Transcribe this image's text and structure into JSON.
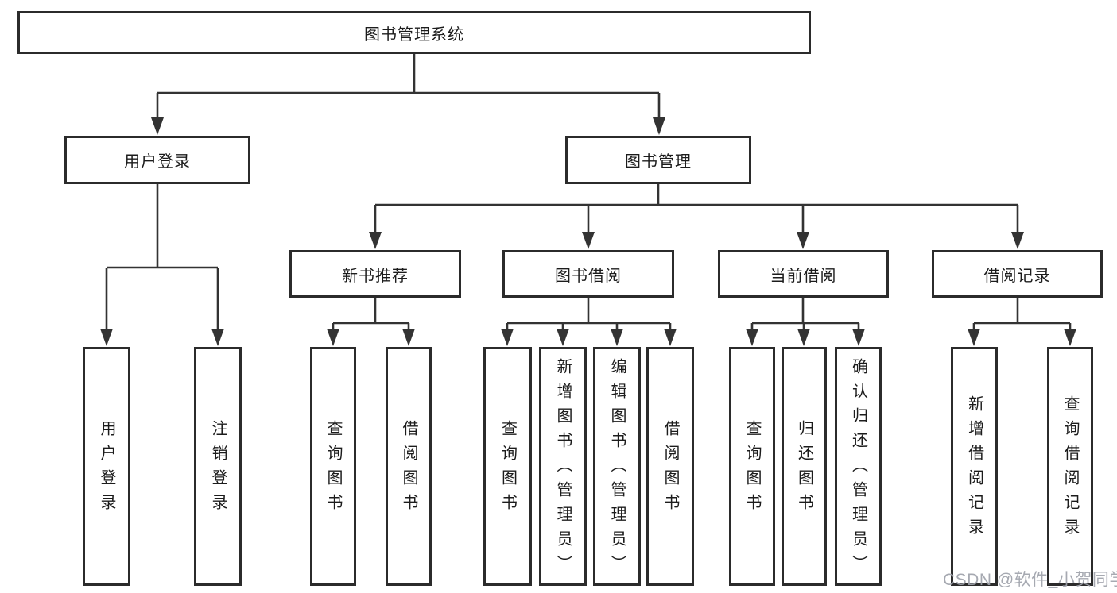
{
  "diagram": {
    "type": "tree",
    "line_color": "#333333",
    "box_border_color": "#2b2b2b",
    "text_color": "#1c1c1c",
    "tree": {
      "label": "图书管理系统",
      "children": [
        {
          "label": "用户登录",
          "children": [
            {
              "label": "用户登录"
            },
            {
              "label": "注销登录"
            }
          ]
        },
        {
          "label": "图书管理",
          "children": [
            {
              "label": "新书推荐",
              "children": [
                {
                  "label": "查询图书"
                },
                {
                  "label": "借阅图书"
                }
              ]
            },
            {
              "label": "图书借阅",
              "children": [
                {
                  "label": "查询图书"
                },
                {
                  "label": "新增图书（管理员）"
                },
                {
                  "label": "编辑图书（管理员）"
                },
                {
                  "label": "借阅图书"
                }
              ]
            },
            {
              "label": "当前借阅",
              "children": [
                {
                  "label": "查询图书"
                },
                {
                  "label": "归还图书"
                },
                {
                  "label": "确认归还（管理员）"
                }
              ]
            },
            {
              "label": "借阅记录",
              "children": [
                {
                  "label": "新增借阅记录"
                },
                {
                  "label": "查询借阅记录"
                }
              ]
            }
          ]
        }
      ]
    }
  },
  "watermark": {
    "text": "CSDN @软件_小贺同学",
    "color": "#9ea2aa"
  }
}
